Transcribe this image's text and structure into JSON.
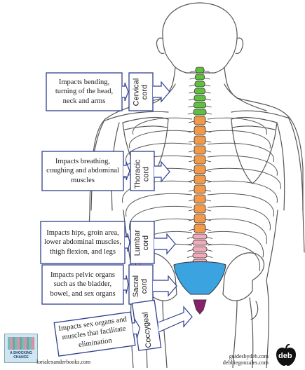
{
  "regions": [
    {
      "id": "cervical",
      "cord_label": "Cervical\ncord",
      "impact": "Impacts bending, turning of the head, neck and arms",
      "color": "#5fbf3f"
    },
    {
      "id": "thoracic",
      "cord_label": "Thoracic\ncord",
      "impact": "Impacts breathing, coughing and abdominal muscles",
      "color": "#f29a4a"
    },
    {
      "id": "lumbar",
      "cord_label": "Lumbar\ncord",
      "impact": "Impacts hips, groin area, lower abdominal muscles, thigh flexion, and legs",
      "color": "#f4a9b8"
    },
    {
      "id": "sacral",
      "cord_label": "Sacral\ncord",
      "impact": "Impacts pelvic organs such as the bladder, bowel, and sex organs",
      "color": "#3aa3e0"
    },
    {
      "id": "coccygeal",
      "cord_label": "Coccygeal",
      "impact": "Impacts sex organs and muscles that facilitate elimination",
      "color": "#8a1f6a"
    }
  ],
  "credits": {
    "left_url": "lorialexanderbooks.com",
    "book_title": "A SHOCKING CHANCE",
    "right_url_1": "guidesbydeb.com",
    "right_url_2": "debbiegonzales.com",
    "logo_text": "deb"
  },
  "colors": {
    "box_border": "#2f3f8f",
    "outline": "#555555",
    "bone_fill": "#ffffff"
  }
}
